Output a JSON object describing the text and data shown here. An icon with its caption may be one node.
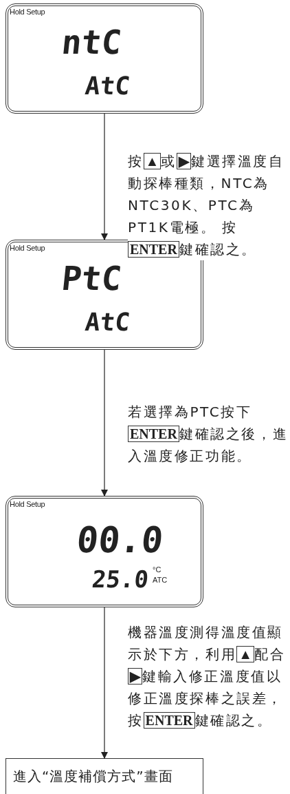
{
  "diagram": {
    "nodes": [
      {
        "text": [
          "Hold Setup",
          "ntC",
          "AtC"
        ]
      },
      {
        "text": [
          "Hold Setup",
          "PtC",
          "AtC"
        ]
      },
      {
        "text": [
          "Hold Setup",
          "00.0",
          "25.0",
          "°C",
          "ATC"
        ]
      },
      {
        "text": [
          "進入“溫度補償方式”畫面"
        ]
      }
    ],
    "edges": [
      {
        "from": 0,
        "to": 1,
        "arrow": "to",
        "label": "按**▲**或**▶**鍵選擇溫度自動探棒種類，NTC為NTC30K、PTC為PT1K電極。 按**ENTER**鍵確認之。"
      },
      {
        "from": 1,
        "to": 2,
        "arrow": "to",
        "label": "若選擇為PTC按下**ENTER**鍵確認之後，進入溫度修正功能。"
      },
      {
        "from": 2,
        "to": 3,
        "arrow": "to",
        "label": "機器溫度測得溫度值顯示於下方，利用**▲**配合**▶**鍵輸入修正溫度值以修正溫度探棒之誤差，按**ENTER**鍵確認之。"
      }
    ]
  }
}
